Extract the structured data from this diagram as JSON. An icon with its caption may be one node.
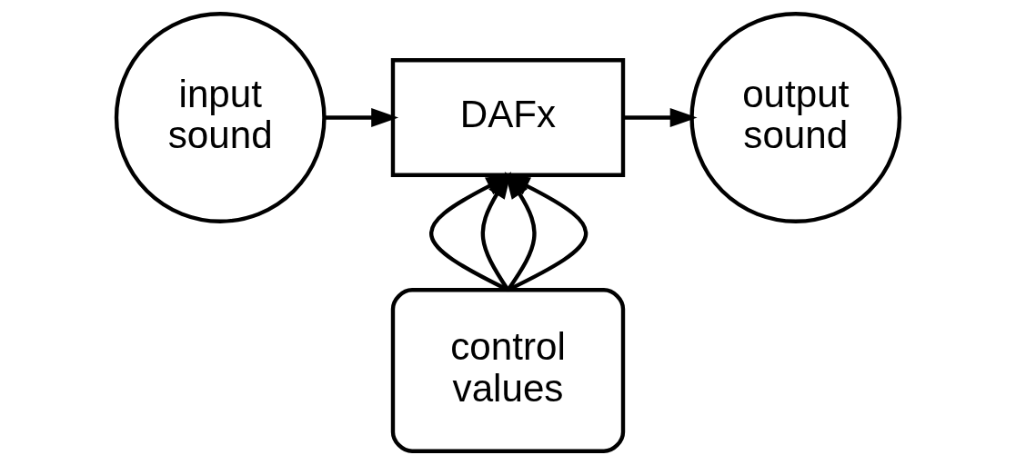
{
  "diagram": {
    "nodes": [
      {
        "text": [
          "input sound"
        ]
      },
      {
        "text": [
          "DAFx"
        ]
      },
      {
        "text": [
          "output sound"
        ]
      },
      {
        "text": [
          "control values"
        ]
      }
    ],
    "edges": [
      {
        "from": 0,
        "to": 1,
        "arrow": "to"
      },
      {
        "from": 1,
        "to": 2,
        "arrow": "to"
      },
      {
        "from": 3,
        "to": 1,
        "arrow": "to"
      },
      {
        "from": 3,
        "to": 1,
        "arrow": "to"
      },
      {
        "from": 3,
        "to": 1,
        "arrow": "to"
      },
      {
        "from": 3,
        "to": 1,
        "arrow": "to"
      }
    ]
  }
}
